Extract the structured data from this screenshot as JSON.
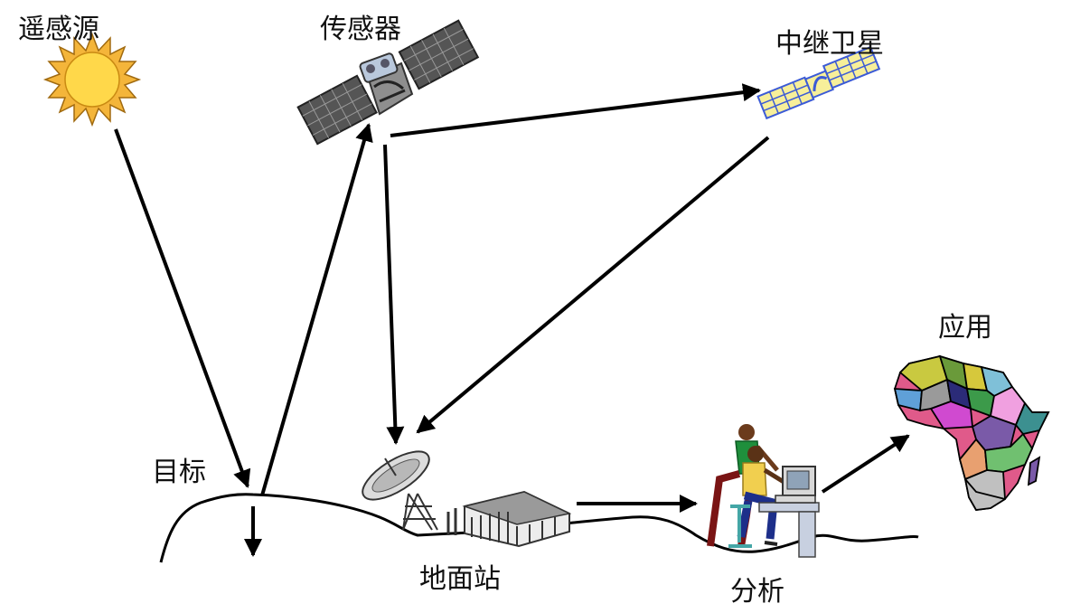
{
  "labels": {
    "source": "遥感源",
    "sensor": "传感器",
    "relay_satellite": "中继卫星",
    "application": "应用",
    "target": "目标",
    "ground_station": "地面站",
    "analysis": "分析"
  },
  "icons": {
    "source": "sun-icon",
    "sensor": "satellite-icon",
    "relay_satellite": "relay-satellite-icon",
    "ground_station": "satellite-dish-icon",
    "ground_station_building": "building-icon",
    "analysis": "people-at-computer-icon",
    "application": "africa-map-icon"
  },
  "colors": {
    "line": "#000000",
    "sun_outer": "#f4b53a",
    "sun_inner": "#ffd84a",
    "solar_panel": "#555555",
    "relay_panel": "#3c5bd6",
    "relay_panel_bg": "#f7ef9a"
  }
}
